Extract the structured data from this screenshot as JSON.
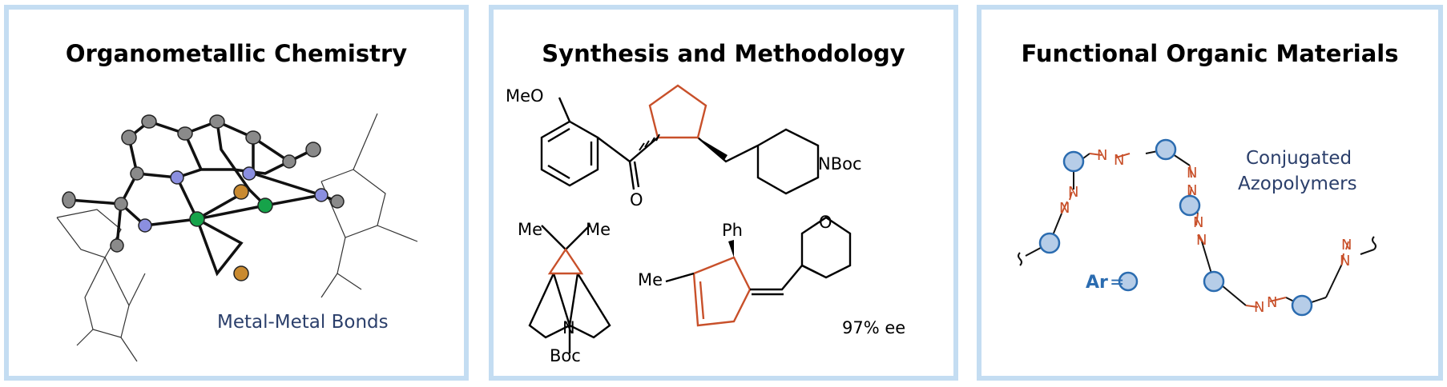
{
  "panels": [
    {
      "title": "Organometallic Chemistry",
      "label": "Metal-Metal Bonds"
    },
    {
      "title": "Synthesis and Methodology",
      "labels": {
        "meo": "MeO",
        "nboc": "NBoc",
        "carbonyl_o": "O",
        "me1": "Me",
        "me2": "Me",
        "n": "N",
        "boc": "Boc",
        "ph": "Ph",
        "me3": "Me",
        "ring_o": "O",
        "ee": "97% ee"
      }
    },
    {
      "title": "Functional Organic Materials",
      "label_line1": "Conjugated",
      "label_line2": "Azopolymers",
      "ar_label": "Ar",
      "equals": "=",
      "azo_n": "N"
    }
  ],
  "colors": {
    "border": "#c4ddf2",
    "accent_orange": "#c8502a",
    "node_blue": "#2b6cb0",
    "node_fill": "#b6cde8",
    "label_navy": "#2b3f6b",
    "metal_green": "#16a34a",
    "n_atom": "#8b8fe0",
    "c_atom": "#8a8a8a",
    "p_atom": "#c98a30"
  }
}
